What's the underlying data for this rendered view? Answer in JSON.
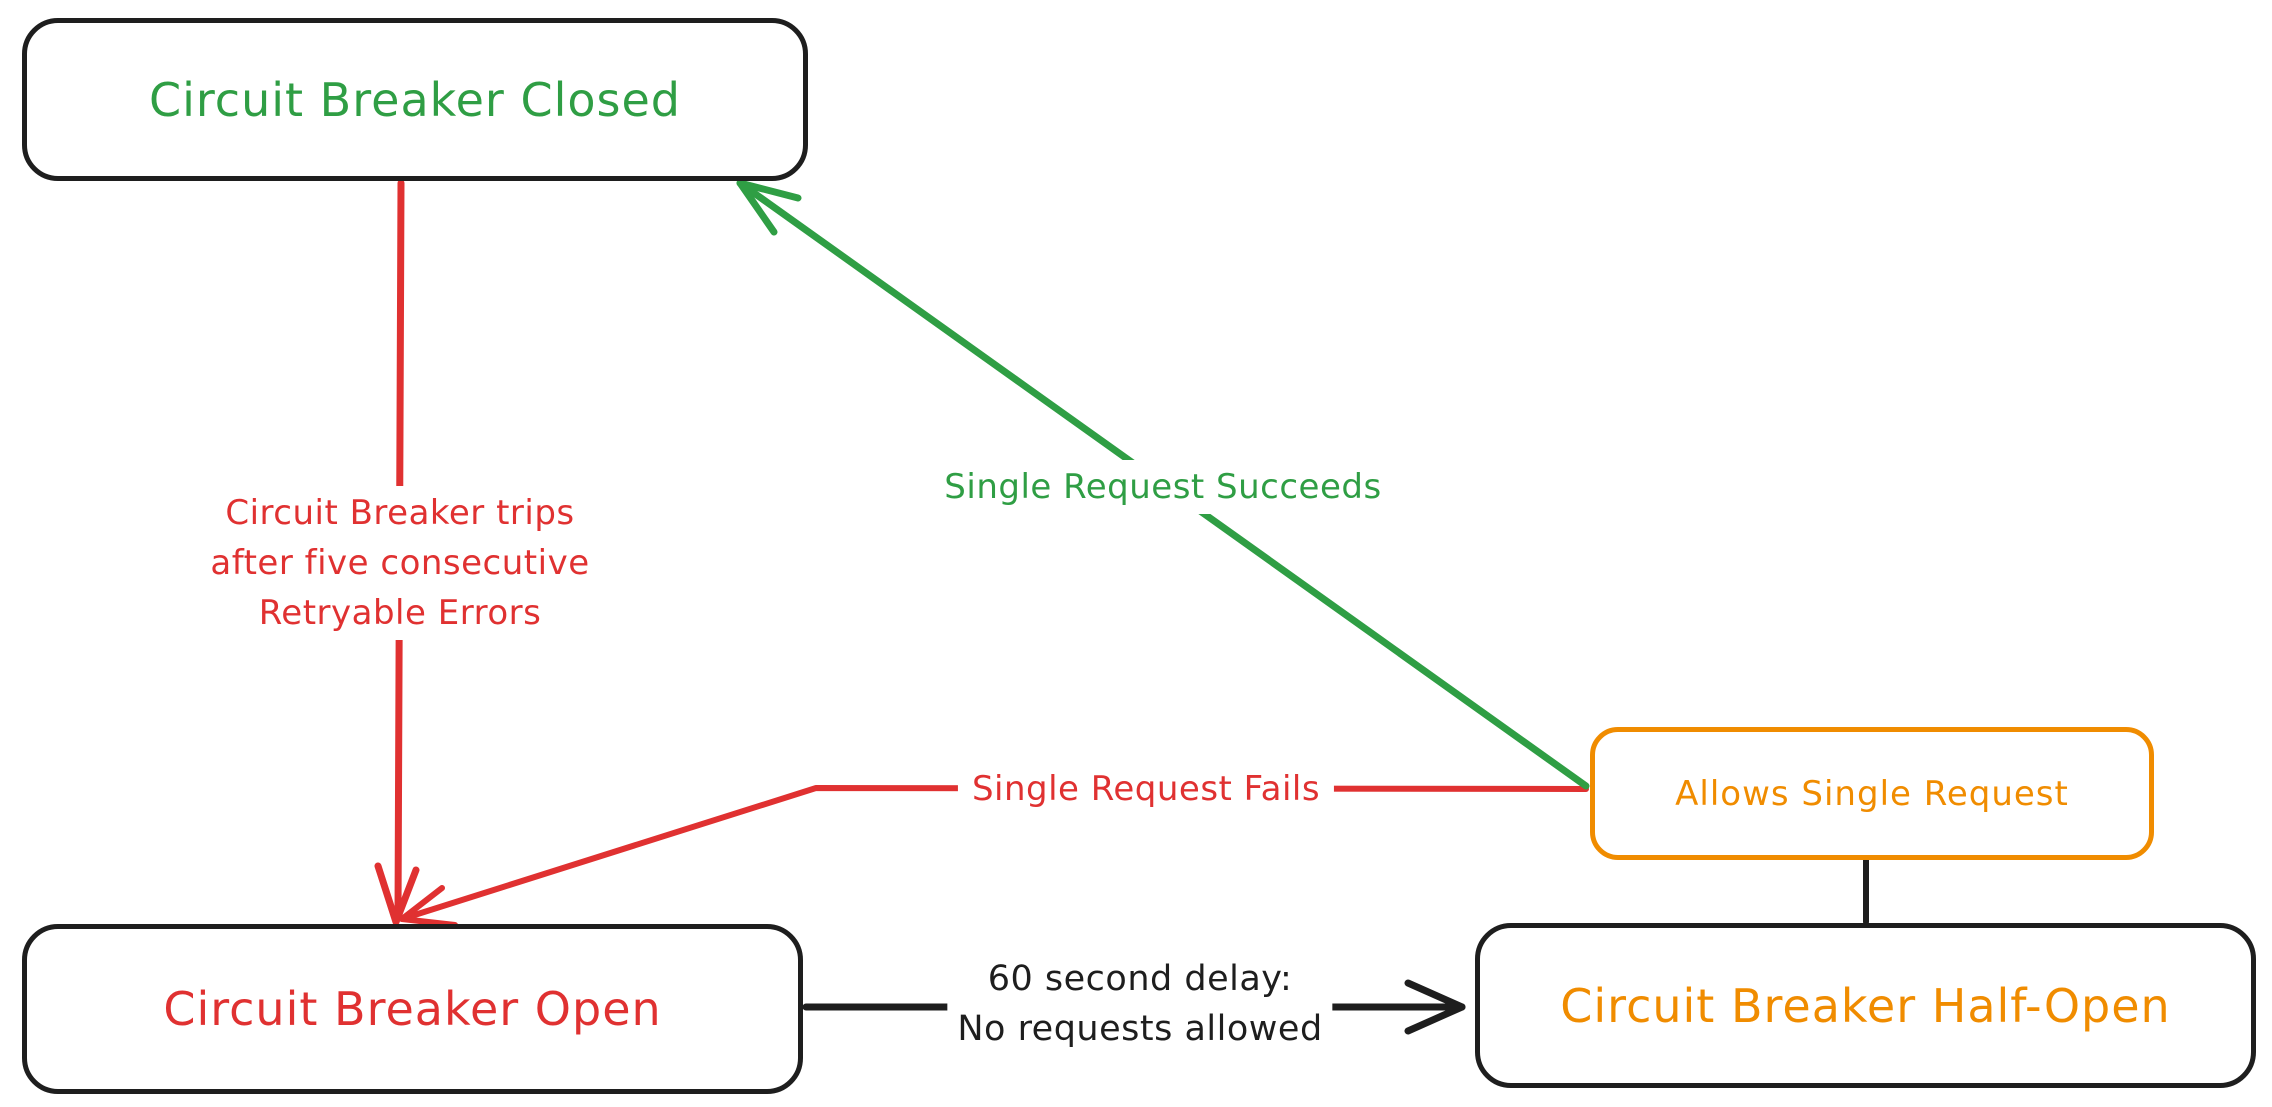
{
  "colors": {
    "green": "#2f9e44",
    "red": "#e03131",
    "orange": "#f08c00",
    "ink": "#1e1e1e",
    "background": "#ffffff"
  },
  "diagram": {
    "type": "state-diagram",
    "subject": "Circuit Breaker pattern",
    "nodes": {
      "closed": {
        "label": "Circuit Breaker Closed",
        "text_color": "#2f9e44",
        "border_color": "#1e1e1e"
      },
      "open": {
        "label": "Circuit Breaker Open",
        "text_color": "#e03131",
        "border_color": "#1e1e1e"
      },
      "half_open": {
        "label": "Circuit Breaker Half-Open",
        "text_color": "#f08c00",
        "border_color": "#1e1e1e"
      },
      "allows": {
        "label": "Allows Single Request",
        "text_color": "#f08c00",
        "border_color": "#f08c00"
      }
    },
    "edges": {
      "trip": {
        "from": "closed",
        "to": "open",
        "color": "#e03131",
        "lines": [
          "Circuit Breaker trips",
          "after five consecutive",
          "Retryable Errors"
        ]
      },
      "succeed": {
        "from": "allows",
        "to": "closed",
        "color": "#2f9e44",
        "label": "Single Request Succeeds"
      },
      "fail": {
        "from": "allows",
        "to": "open",
        "color": "#e03131",
        "label": "Single Request Fails"
      },
      "delay": {
        "from": "open",
        "to": "half_open",
        "color": "#1e1e1e",
        "lines": [
          "60 second delay:",
          "No requests allowed"
        ]
      },
      "allows_connector": {
        "from": "allows",
        "to": "half_open",
        "color": "#1e1e1e",
        "label": ""
      }
    }
  }
}
